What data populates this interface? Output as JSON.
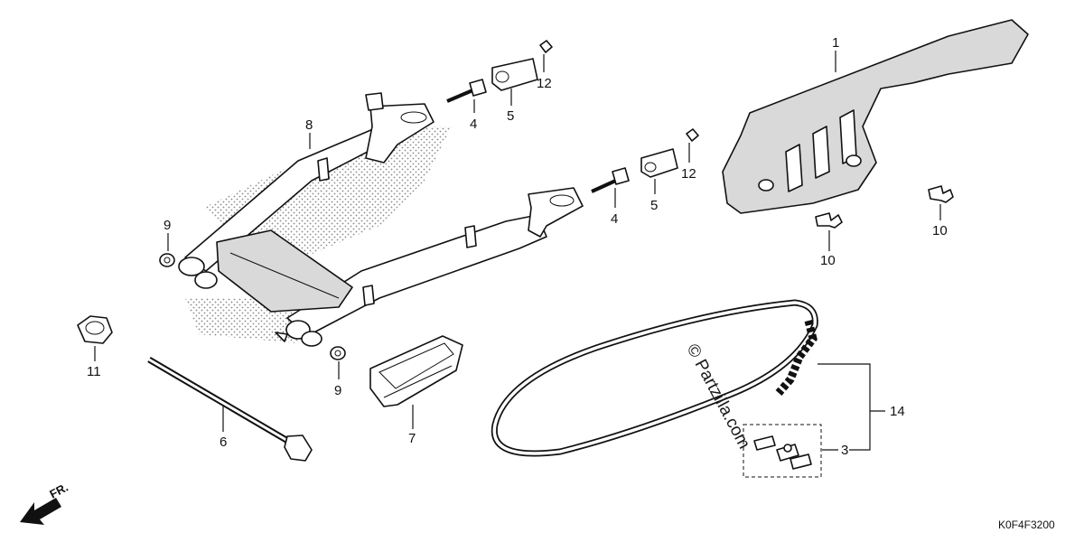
{
  "callouts": {
    "c1": "1",
    "c3": "3",
    "c4a": "4",
    "c4b": "4",
    "c5a": "5",
    "c5b": "5",
    "c6": "6",
    "c7": "7",
    "c8": "8",
    "c9a": "9",
    "c9b": "9",
    "c10a": "10",
    "c10b": "10",
    "c11": "11",
    "c12a": "12",
    "c12b": "12",
    "c14": "14"
  },
  "watermark": "© Partzilla.com",
  "front_indicator": "FR.",
  "diagram_code": "K0F4F3200"
}
